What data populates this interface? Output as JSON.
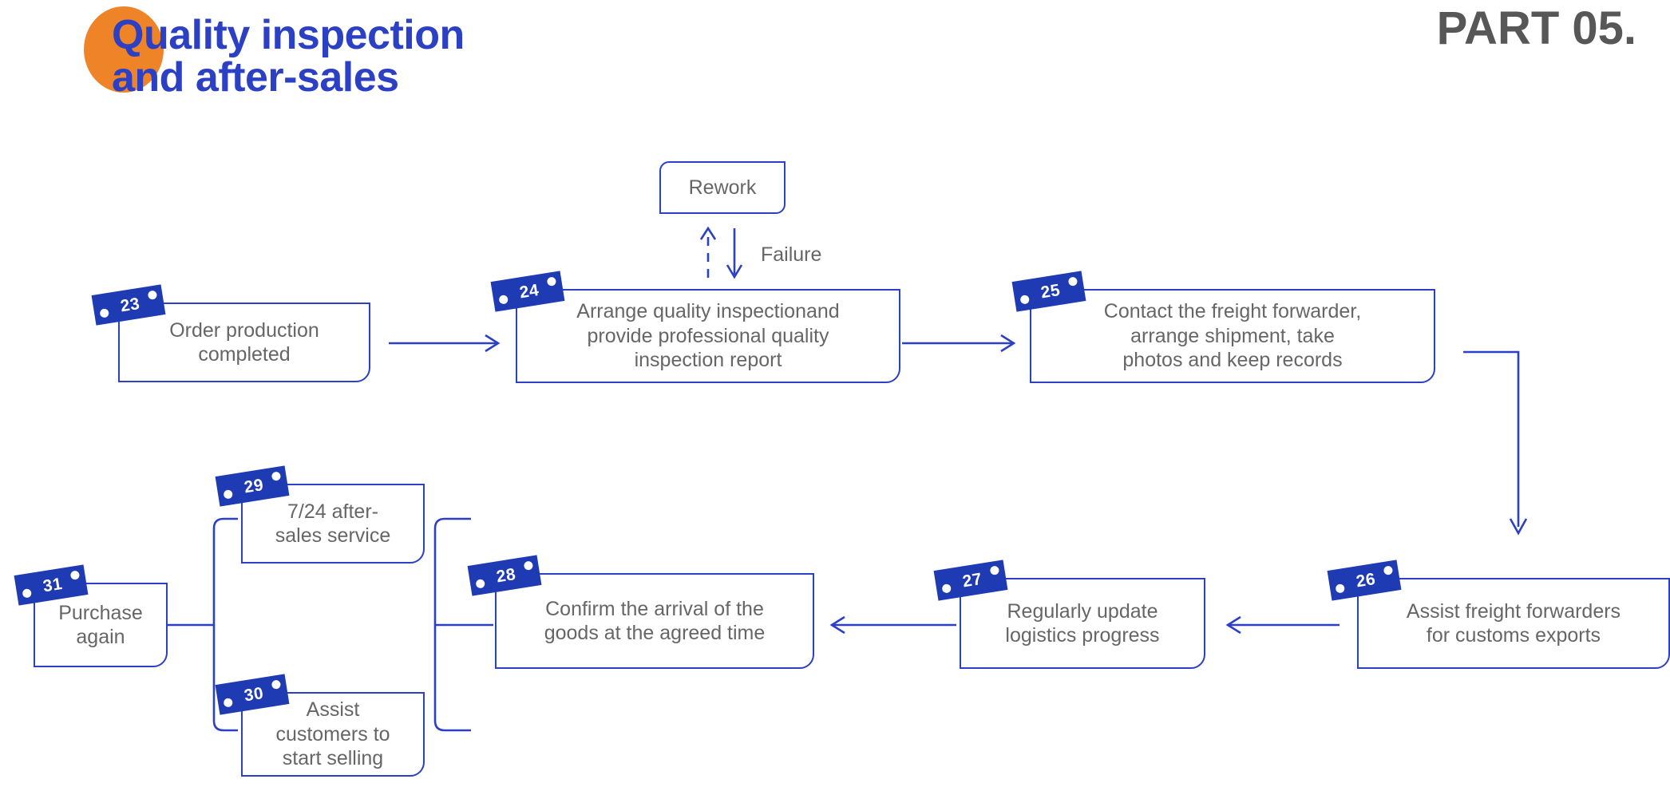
{
  "header": {
    "title_line1": "Quality inspection",
    "title_line2": "and after-sales",
    "part_label": "PART 05.",
    "accent_blob_color": "#ef8327",
    "title_color": "#2b40c4",
    "part_color": "#575757"
  },
  "colors": {
    "line": "#2b40c4",
    "badge": "#1f3bb3",
    "node_text": "#666666",
    "background": "#ffffff"
  },
  "flow": {
    "rework_node": {
      "label": "Rework"
    },
    "edge_labels": {
      "failure": "Failure"
    },
    "nodes": [
      {
        "number": "23",
        "label": "Order production\ncompleted"
      },
      {
        "number": "24",
        "label": "Arrange quality inspectionand\nprovide professional quality\ninspection report"
      },
      {
        "number": "25",
        "label": "Contact the freight forwarder,\narrange shipment, take\nphotos and keep records"
      },
      {
        "number": "26",
        "label": "Assist freight forwarders\nfor customs exports"
      },
      {
        "number": "27",
        "label": "Regularly update\nlogistics progress"
      },
      {
        "number": "28",
        "label": "Confirm the arrival of the\ngoods at the agreed time"
      },
      {
        "number": "29",
        "label": "7/24 after-\nsales service"
      },
      {
        "number": "30",
        "label": "Assist\ncustomers to\nstart selling"
      },
      {
        "number": "31",
        "label": "Purchase\nagain"
      }
    ]
  }
}
